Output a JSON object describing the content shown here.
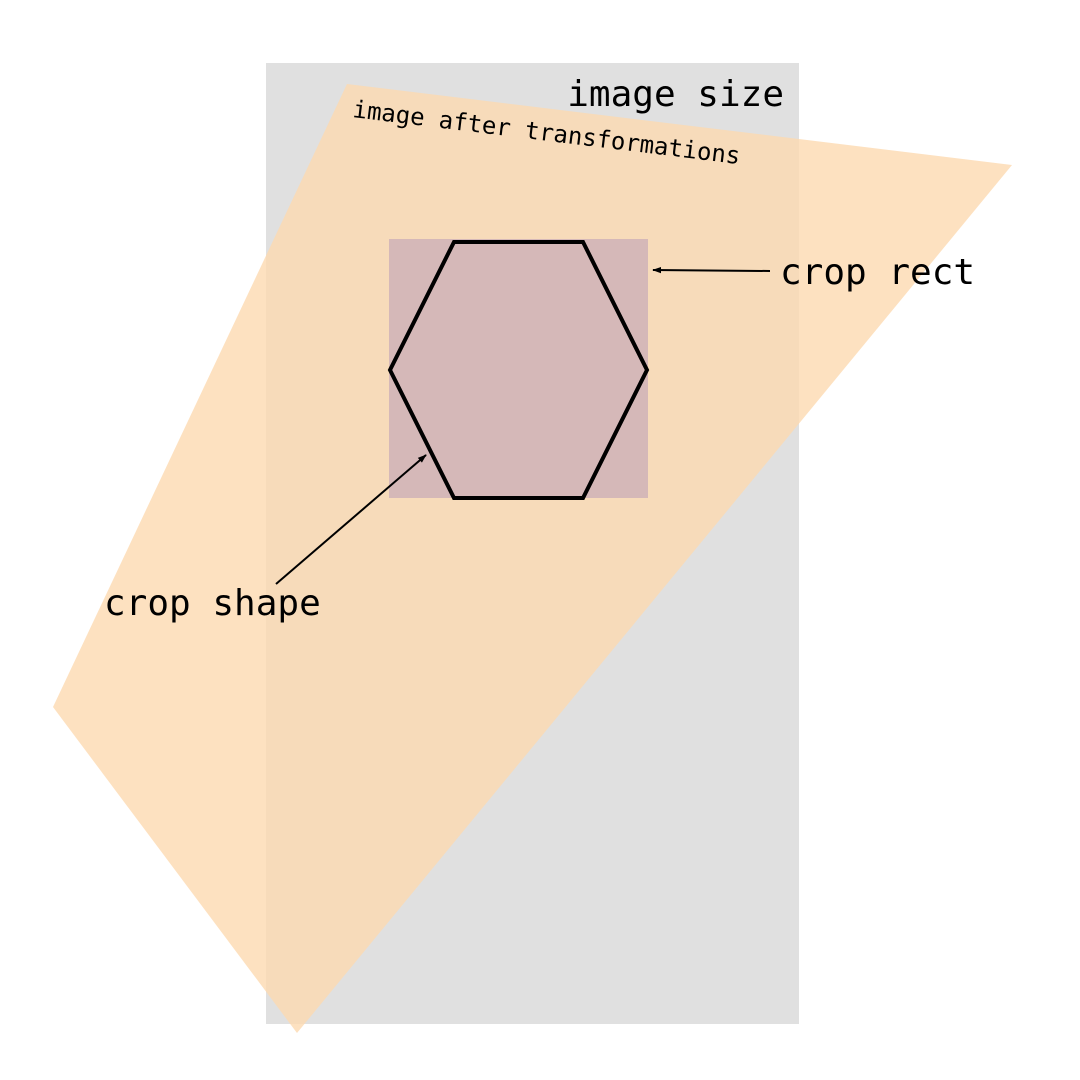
{
  "labels": {
    "image_size": "image size",
    "image_after_transformations": "image after transformations",
    "crop_rect": "crop rect",
    "crop_shape": "crop shape"
  },
  "colors": {
    "background": "#ffffff",
    "image_size_fill": "#e0e0e0",
    "transformed_image_fill": "#fdd9b0",
    "crop_rect_fill": "#d5b8b8",
    "crop_shape_stroke": "#000000",
    "annotation": "#000000"
  }
}
